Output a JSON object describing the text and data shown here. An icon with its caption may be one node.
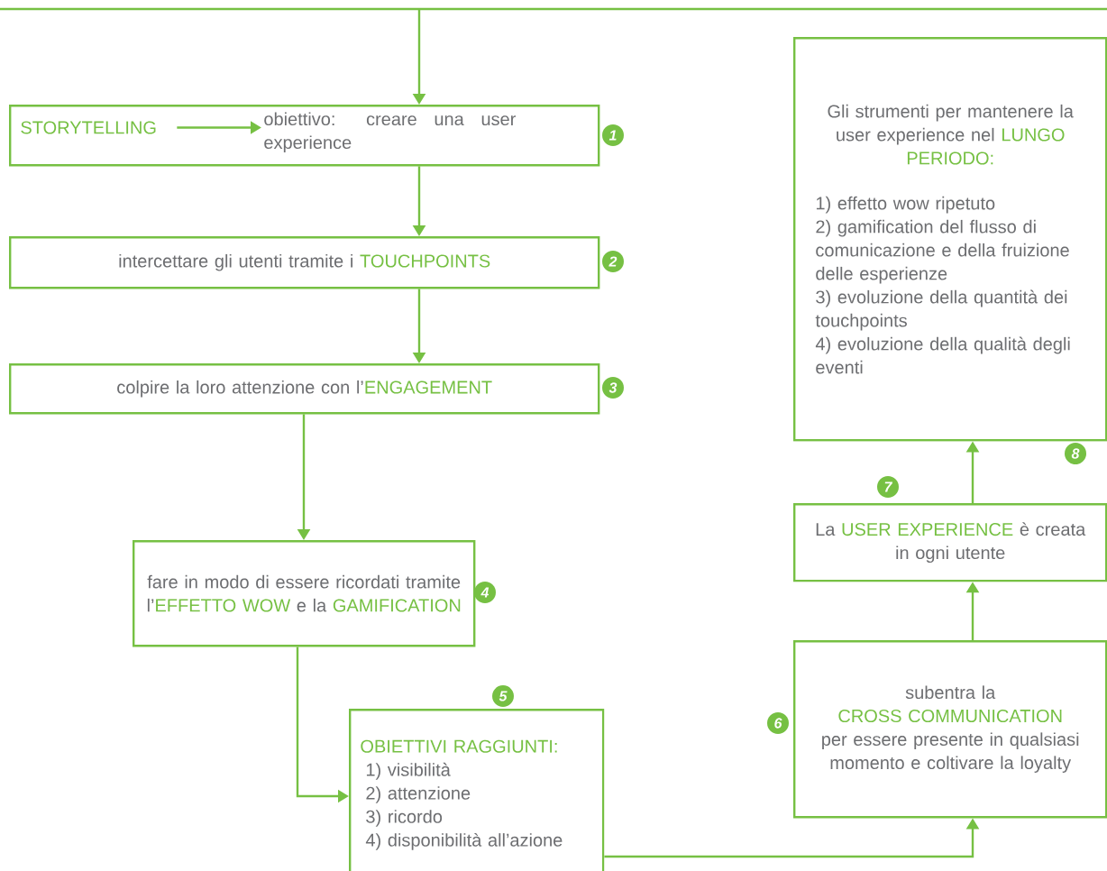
{
  "diagram": {
    "nodes": [
      {
        "text": [],
        "shape": "box",
        "beside": [
          "1"
        ]
      },
      {
        "text": [
          "STORYTELLING"
        ],
        "in": 0
      },
      {
        "text": [
          "obiettivo: creare una user experience"
        ],
        "in": 0
      },
      {
        "text": [
          "intercettare gli utenti tramite i",
          "TOUCHPOINTS"
        ],
        "beside": [
          "2"
        ]
      },
      {
        "text": [
          "colpire la loro attenzione con l’",
          "ENGAGEMENT"
        ],
        "beside": [
          "3"
        ]
      },
      {
        "text": [
          "fare in modo di essere ricordati tramite l’",
          "EFFETTO WOW",
          "e la",
          "GAMIFICATION"
        ],
        "beside": [
          "4"
        ]
      },
      {
        "text": [
          "OBIETTIVI RAGGIUNTI:",
          "1) visibilità",
          "2) attenzione",
          "3) ricordo",
          "4) disponibilità all’azione"
        ],
        "beside": [
          "5"
        ]
      },
      {
        "text": [
          "subentra la",
          "CROSS COMMUNICATION",
          "per essere presente in qualsiasi momento e coltivare la loyalty"
        ],
        "beside": [
          "6"
        ]
      },
      {
        "text": [
          "La",
          "USER EXPERIENCE",
          "è creata in ogni utente"
        ],
        "beside": [
          "7"
        ]
      },
      {
        "text": [
          "Gli strumenti per mantenere la user experience nel",
          "LUNGO PERIODO:",
          "1) effetto wow ripetuto",
          "2) gamification del flusso di comunicazione e della fruizione delle esperienze",
          "3) evoluzione della quantità dei touchpoints",
          "4) evoluzione della qualità degli eventi"
        ],
        "beside": [
          "8"
        ]
      }
    ],
    "edges": [
      {
        "from": null,
        "to": 0,
        "arrow": "to"
      },
      {
        "from": 1,
        "to": 2,
        "arrow": "to"
      },
      {
        "from": 0,
        "to": 3,
        "arrow": "to"
      },
      {
        "from": 3,
        "to": 4,
        "arrow": "to"
      },
      {
        "from": 4,
        "to": 5,
        "arrow": "to"
      },
      {
        "from": 5,
        "to": 6,
        "arrow": "to"
      },
      {
        "from": 6,
        "to": 7,
        "arrow": "to"
      },
      {
        "from": 7,
        "to": 8,
        "arrow": "to"
      },
      {
        "from": 8,
        "to": 9,
        "arrow": "to"
      }
    ]
  }
}
